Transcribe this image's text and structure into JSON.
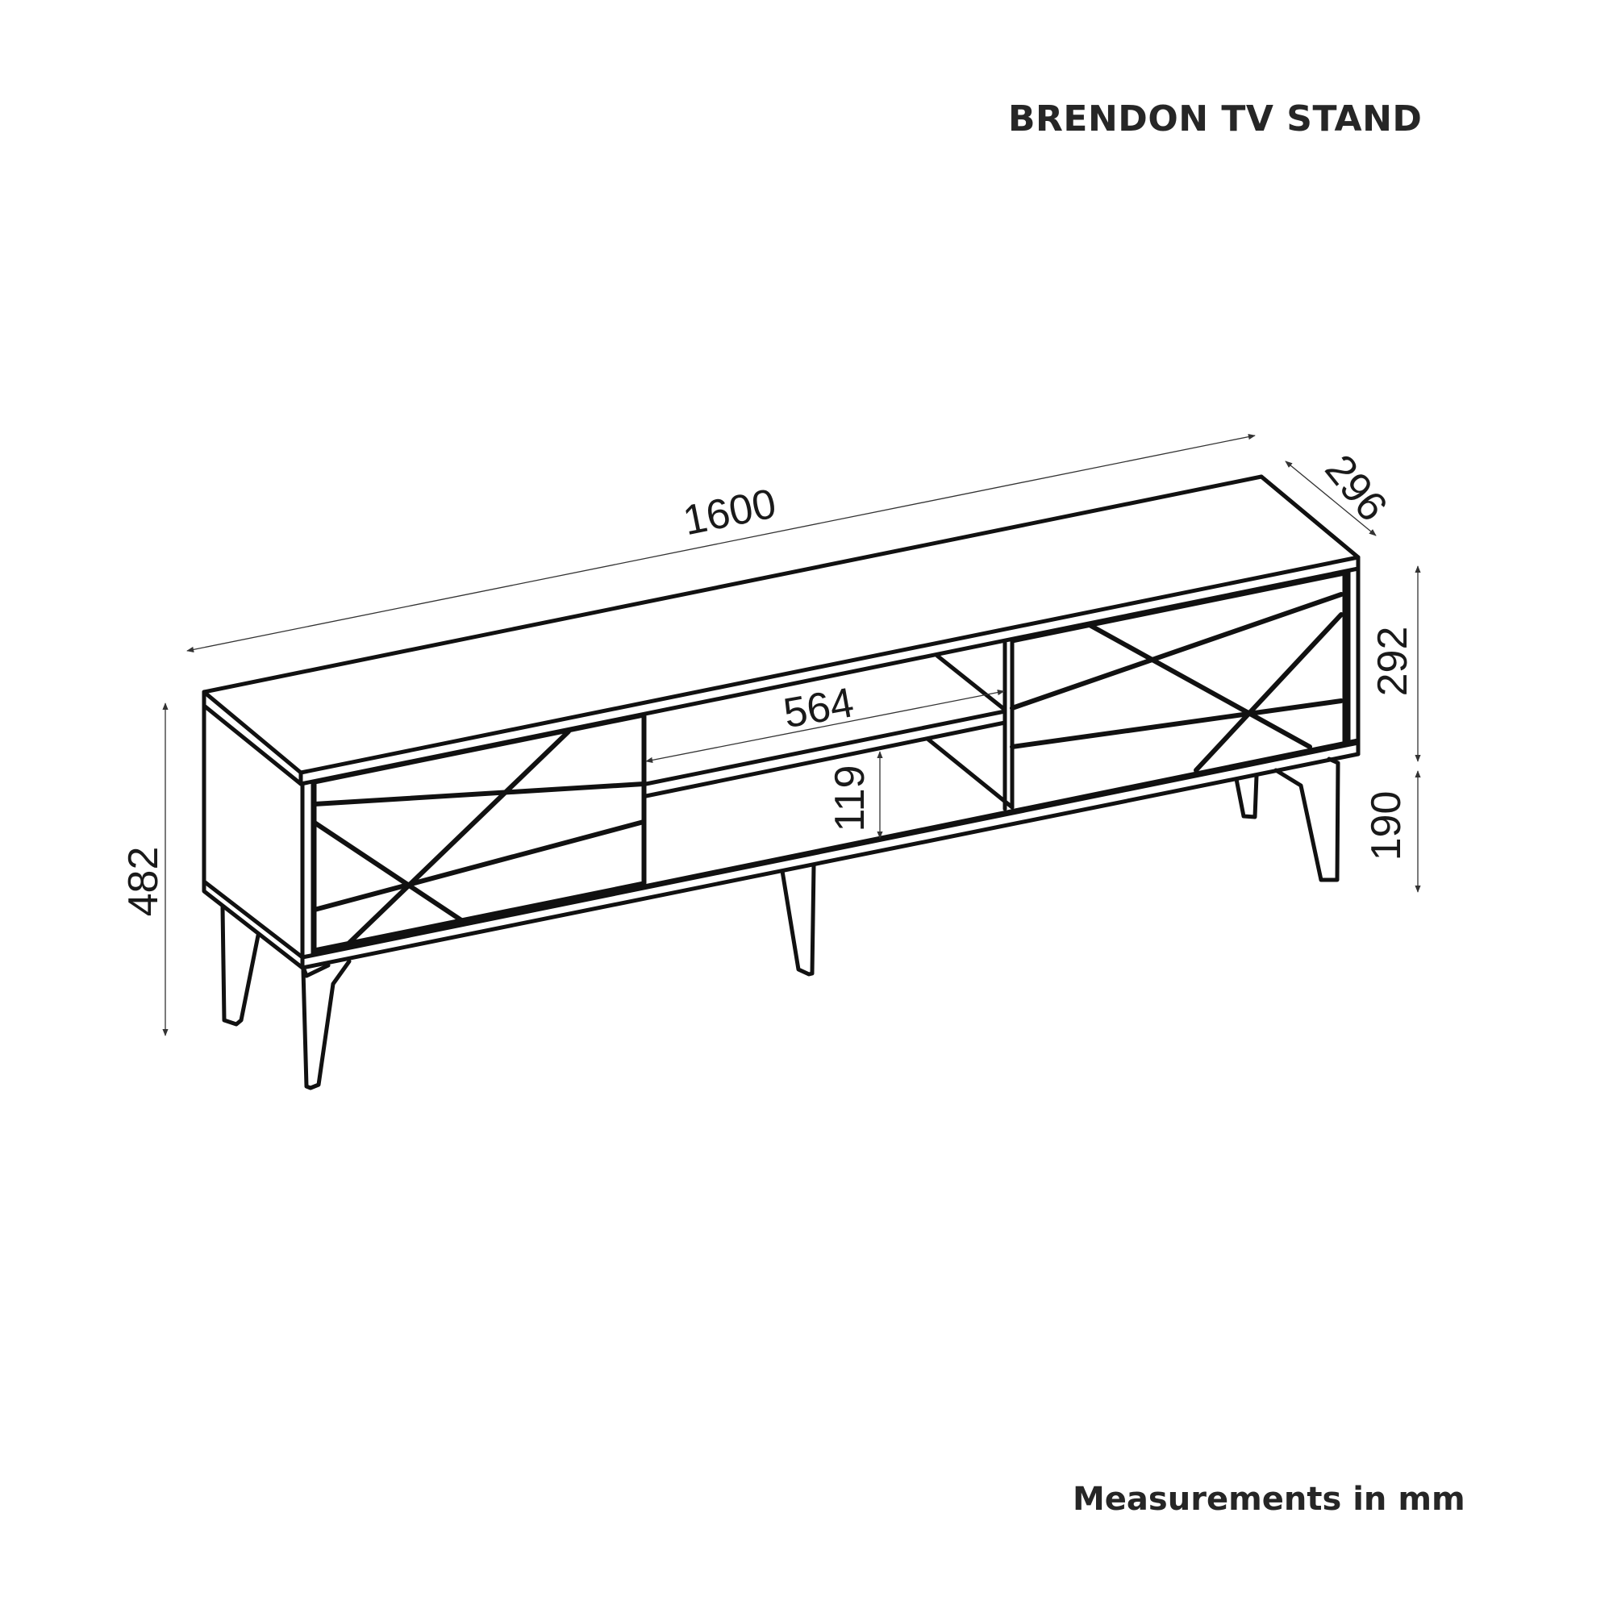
{
  "header": {
    "title": "BRENDON TV STAND"
  },
  "footer": {
    "units_note": "Measurements in mm"
  },
  "drawing": {
    "subject": "TV stand isometric line drawing",
    "line_color": "#111111",
    "dimension_color": "#333333",
    "dimensions": {
      "width": "1600",
      "depth": "296",
      "total_height": "482",
      "body_height": "292",
      "leg_height": "190",
      "middle_opening_width": "564",
      "middle_opening_height": "119"
    }
  }
}
